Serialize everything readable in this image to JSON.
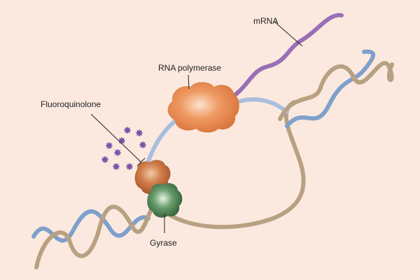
{
  "diagram": {
    "labels": {
      "mrna": "mRNA",
      "rna_polymerase": "RNA polymerase",
      "fluoroquinolone": "Fluoroquinolone",
      "gyrase": "Gyrase"
    },
    "colors": {
      "background": "#fbe9df",
      "dna_strand_tan": "#b8a182",
      "dna_strand_blue": "#7fa0cc",
      "mrna_purple": "#9a6fb6",
      "polymerase_orange": "#e7874f",
      "inhibited_enzyme_brown": "#c4713f",
      "gyrase_green": "#3f7a4a",
      "drug_purple": "#7a56a8",
      "leader_line": "#222222"
    }
  }
}
